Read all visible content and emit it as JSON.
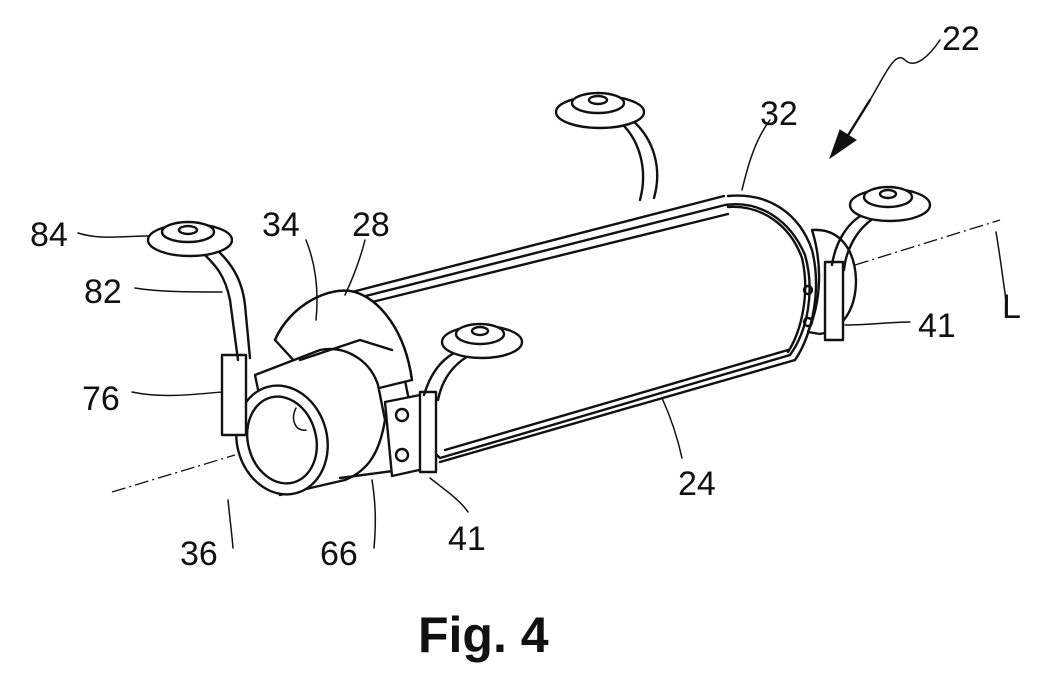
{
  "figure": {
    "caption": "Fig. 4",
    "labels": {
      "ref_22": "22",
      "ref_32": "32",
      "ref_34": "34",
      "ref_28": "28",
      "ref_84": "84",
      "ref_82": "82",
      "ref_76": "76",
      "ref_36": "36",
      "ref_66": "66",
      "ref_41_bottom": "41",
      "ref_41_right": "41",
      "ref_24": "24",
      "axis_L": "L"
    }
  }
}
